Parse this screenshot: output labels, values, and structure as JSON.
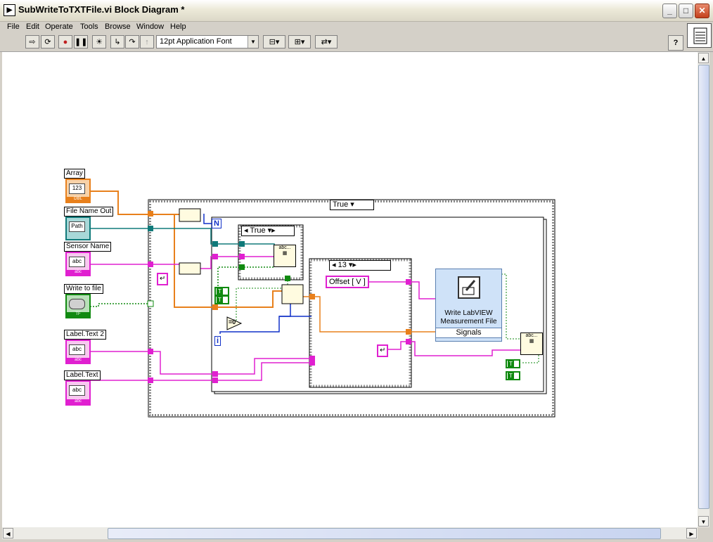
{
  "window": {
    "title": "SubWriteToTXTFile.vi Block Diagram *",
    "title_icon": "labview-vi-icon",
    "controls": [
      "minimize",
      "maximize",
      "close"
    ]
  },
  "menu": [
    "File",
    "Edit",
    "Operate",
    "Tools",
    "Browse",
    "Window",
    "Help"
  ],
  "toolbar": {
    "font": "12pt Application Font",
    "help": "?"
  },
  "terminals": {
    "array": {
      "label": "Array",
      "icon": "123",
      "type": "DBL"
    },
    "file_name_out": {
      "label": "File Name Out",
      "icon": "Path",
      "type": ""
    },
    "sensor_name": {
      "label": "Sensor Name",
      "icon": "abc",
      "type": "abc"
    },
    "write_to_file": {
      "label": "Write to file",
      "icon": "",
      "type": "TF"
    },
    "label_text_2": {
      "label": "Label.Text 2",
      "icon": "abc",
      "type": "abc"
    },
    "label_text": {
      "label": "Label.Text",
      "icon": "abc",
      "type": "abc"
    }
  },
  "diagram": {
    "outer_case": "True",
    "inner_case": "True",
    "case_13": "13",
    "offset_const": "Offset [ V ]",
    "for_loop_n": "N",
    "for_loop_i": "i",
    "eq_zero": "=0",
    "format_label": "abc...",
    "express_vi": {
      "name": "Write LabVIEW Measurement File",
      "signals": "Signals"
    },
    "bool_const": "T"
  },
  "colors": {
    "orange_wire": "#e8801c",
    "pink_wire": "#e020d0",
    "teal_wire": "#107a7a",
    "green_wire": "#108a10",
    "blue_wire": "#1030c8"
  }
}
